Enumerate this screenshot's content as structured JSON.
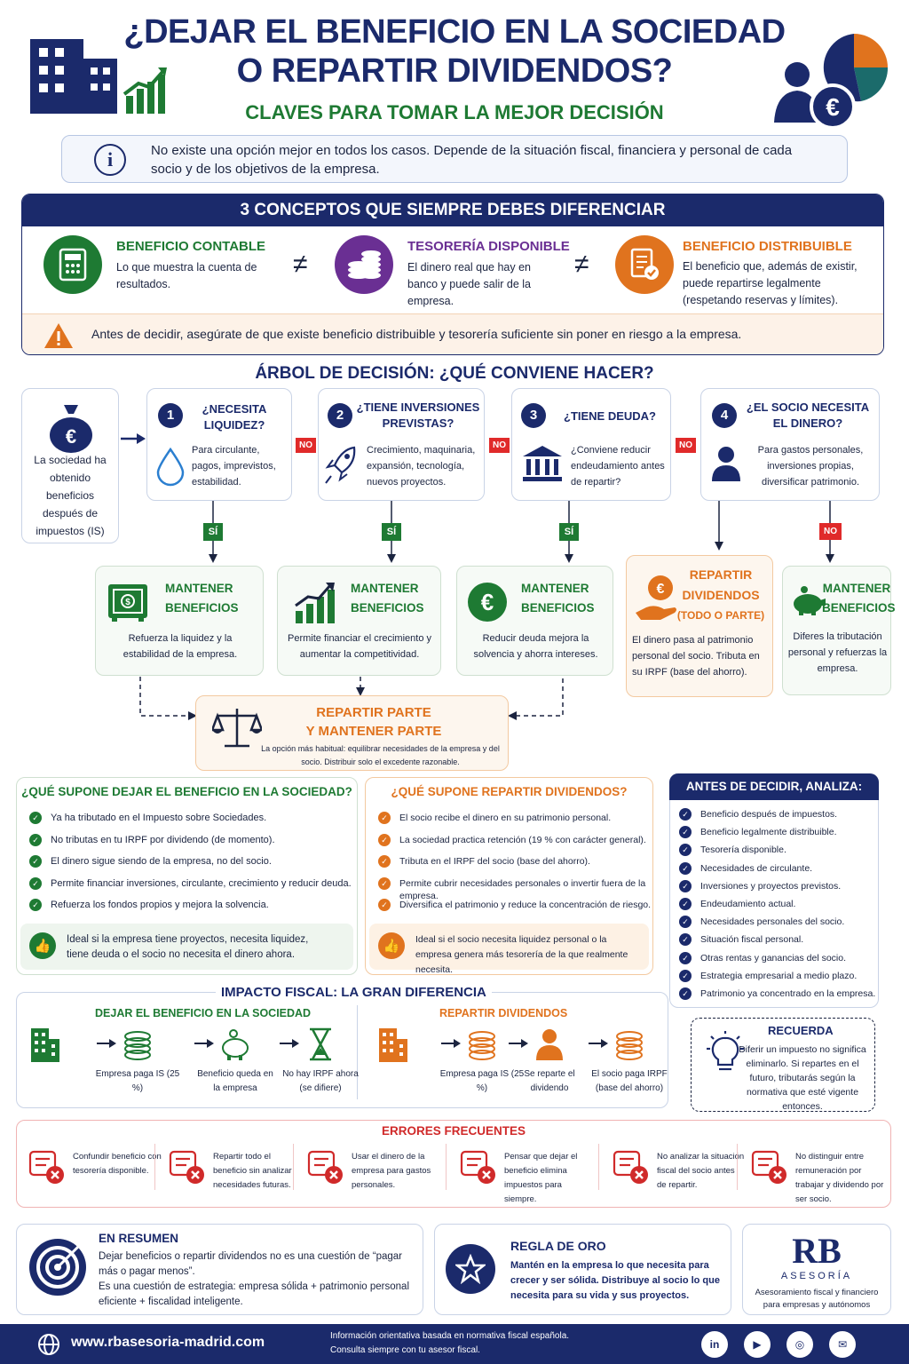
{
  "header": {
    "title_line1": "¿DEJAR EL BENEFICIO EN LA SOCIEDAD",
    "title_line2": "O REPARTIR DIVIDENDOS?",
    "subtitle": "CLAVES PARA TOMAR LA MEJOR DECISIÓN"
  },
  "info": "No existe una opción mejor en todos los casos. Depende de la situación fiscal, financiera y personal de cada socio y de los objetivos de la empresa.",
  "concepts": {
    "title": "3 CONCEPTOS QUE SIEMPRE DEBES DIFERENCIAR",
    "items": [
      {
        "title": "BENEFICIO CONTABLE",
        "text": "Lo que muestra la cuenta de resultados."
      },
      {
        "title": "TESORERÍA DISPONIBLE",
        "text": "El dinero real que hay en banco y puede salir de la empresa."
      },
      {
        "title": "BENEFICIO DISTRIBUIBLE",
        "text": "El beneficio que, además de existir, puede repartirse legalmente (respetando reservas y límites)."
      }
    ],
    "neq": "≠",
    "warning": "Antes de decidir, asegúrate de que existe beneficio distribuible y tesorería suficiente sin poner en riesgo a la empresa."
  },
  "tree": {
    "title": "ÁRBOL DE DECISIÓN: ¿QUÉ CONVIENE HACER?",
    "start": "La sociedad ha obtenido beneficios después de impuestos (IS)",
    "no": "NO",
    "si": "SÍ",
    "questions": [
      {
        "num": "1",
        "title": "¿NECESITA LIQUIDEZ?",
        "text": "Para circulante, pagos, imprevistos, estabilidad."
      },
      {
        "num": "2",
        "title": "¿TIENE INVERSIONES PREVISTAS?",
        "text": "Crecimiento, maquinaria, expansión, tecnología, nuevos proyectos."
      },
      {
        "num": "3",
        "title": "¿TIENE DEUDA?",
        "text": "¿Conviene reducir endeudamiento antes de repartir?"
      },
      {
        "num": "4",
        "title": "¿EL SOCIO NECESITA EL DINERO?",
        "text": "Para gastos personales, inversiones propias, diversificar patrimonio."
      }
    ],
    "results": [
      {
        "title": "MANTENER BENEFICIOS",
        "text": "Refuerza la liquidez y la estabilidad de la empresa."
      },
      {
        "title": "MANTENER BENEFICIOS",
        "text": "Permite financiar el crecimiento y aumentar la competitividad."
      },
      {
        "title": "MANTENER BENEFICIOS",
        "text": "Reducir deuda mejora la solvencia y ahorra intereses."
      },
      {
        "title": "REPARTIR DIVIDENDOS",
        "title2": "(TODO O PARTE)",
        "text": "El dinero pasa al patrimonio personal del socio. Tributa en su IRPF (base del ahorro)."
      },
      {
        "title": "MANTENER BENEFICIOS",
        "text": "Diferes la tributación personal y refuerzas la empresa."
      }
    ],
    "mix": {
      "title1": "REPARTIR PARTE",
      "title2": "Y MANTENER PARTE",
      "text": "La opción más habitual: equilibrar necesidades de la empresa y del socio. Distribuir solo el excedente razonable."
    }
  },
  "keep": {
    "title": "¿QUÉ SUPONE DEJAR EL BENEFICIO EN LA SOCIEDAD?",
    "items": [
      "Ya ha tributado en el Impuesto sobre Sociedades.",
      "No tributas en tu IRPF por dividendo (de momento).",
      "El dinero sigue siendo de la empresa, no del socio.",
      "Permite financiar inversiones, circulante, crecimiento y reducir deuda.",
      "Refuerza los fondos propios y mejora la solvencia."
    ],
    "ideal": "Ideal si la empresa tiene proyectos, necesita liquidez, tiene deuda o el socio no necesita el dinero ahora."
  },
  "pay": {
    "title": "¿QUÉ SUPONE REPARTIR DIVIDENDOS?",
    "items": [
      "El socio recibe el dinero en su patrimonio personal.",
      "La sociedad practica retención (19 % con carácter general).",
      "Tributa en el IRPF del socio (base del ahorro).",
      "Permite cubrir necesidades personales o invertir fuera de la empresa.",
      "Diversifica el patrimonio y reduce la concentración de riesgo."
    ],
    "ideal": "Ideal si el socio necesita liquidez personal o la empresa genera más tesorería de la que realmente necesita."
  },
  "analyze": {
    "title": "ANTES DE DECIDIR, ANALIZA:",
    "items": [
      "Beneficio después de impuestos.",
      "Beneficio legalmente distribuible.",
      "Tesorería disponible.",
      "Necesidades de circulante.",
      "Inversiones y proyectos previstos.",
      "Endeudamiento actual.",
      "Necesidades personales del socio.",
      "Situación fiscal personal.",
      "Otras rentas y ganancias del socio.",
      "Estrategia empresarial a medio plazo.",
      "Patrimonio ya concentrado en la empresa."
    ]
  },
  "fiscal": {
    "title": "IMPACTO FISCAL: LA GRAN DIFERENCIA",
    "left_title": "DEJAR EL BENEFICIO EN LA SOCIEDAD",
    "left_steps": [
      "Empresa paga IS (25 %)",
      "Beneficio queda en la empresa",
      "No hay IRPF ahora (se difiere)"
    ],
    "right_title": "REPARTIR DIVIDENDOS",
    "right_steps": [
      "Empresa paga IS (25 %)",
      "Se reparte el dividendo",
      "El socio paga IRPF (base del ahorro)"
    ]
  },
  "remember": {
    "title": "RECUERDA",
    "text": "Diferir un impuesto no significa eliminarlo. Si repartes en el futuro, tributarás según la normativa que esté vigente entonces."
  },
  "errors": {
    "title": "ERRORES FRECUENTES",
    "items": [
      "Confundir beneficio con tesorería disponible.",
      "Repartir todo el beneficio sin analizar necesidades futuras.",
      "Usar el dinero de la empresa para gastos personales.",
      "Pensar que dejar el beneficio elimina impuestos para siempre.",
      "No analizar la situación fiscal del socio antes de repartir.",
      "No distinguir entre remuneración por trabajar y dividendo por ser socio."
    ]
  },
  "summary": {
    "title": "EN RESUMEN",
    "text1": "Dejar beneficios o repartir dividendos no es una cuestión de “pagar más o pagar menos”.",
    "text2": "Es una cuestión de estrategia: empresa sólida + patrimonio personal eficiente + fiscalidad inteligente."
  },
  "golden": {
    "title": "REGLA DE ORO",
    "text": "Mantén en la empresa lo que necesita para crecer y ser sólida. Distribuye al socio lo que necesita para su vida y sus proyectos."
  },
  "brand": {
    "logo": "RB",
    "name": "ASESORÍA",
    "tagline": "Asesoramiento fiscal y financiero para empresas y autónomos"
  },
  "footer": {
    "url": "www.rbasesoria-madrid.com",
    "note": "Información orientativa basada en normativa fiscal española. Consulta siempre con tu asesor fiscal.",
    "social": [
      "in",
      "▶",
      "◎",
      "✉"
    ]
  }
}
